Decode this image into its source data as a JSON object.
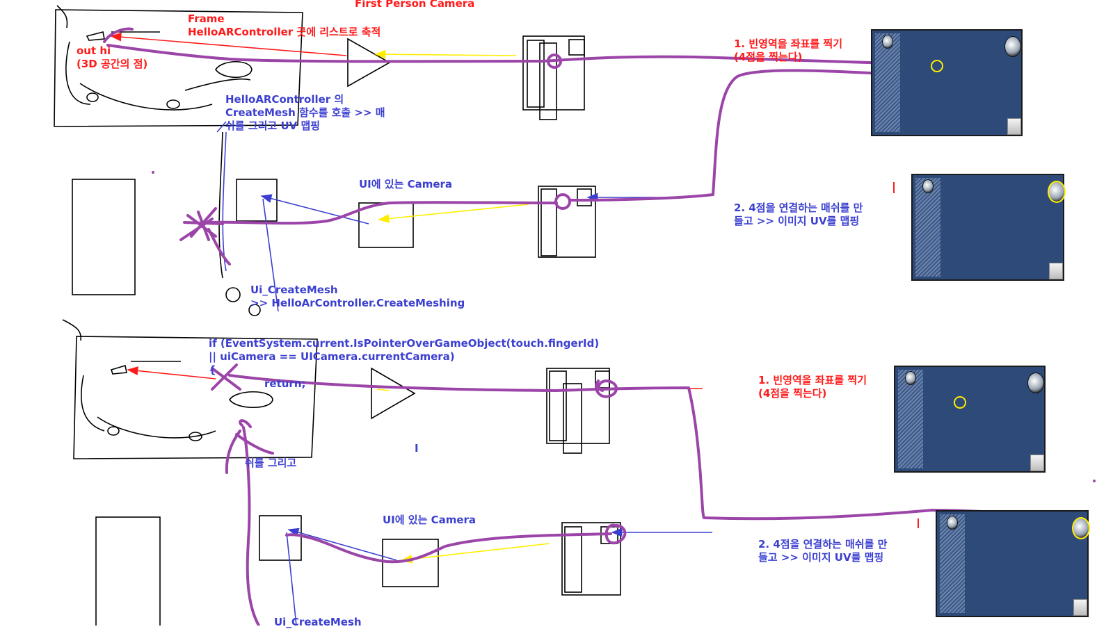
{
  "title": "First Person Camera",
  "top": {
    "frame_label": "Frame",
    "controller_note": "HelloARController 곳에 리스트로 축적",
    "hit_label": "out hi",
    "hit_sub": "(3D 공간의 점)",
    "createmesh_note_1": "HelloARController 의",
    "createmesh_note_2": "CreateMesh 함수를 호출 >> 매",
    "createmesh_note_3": "쉬를 그리고 UV 맵핑",
    "ui_camera_label": "UI에 있는 Camera",
    "step1_line1": "1. 빈영역을 좌표를 찍기",
    "step1_line2": "(4점을 찍는다)",
    "step2_line1": "2. 4점을 연결하는 매쉬를 만",
    "step2_line2": "들고 >> 이미지 UV를 맵핑",
    "ui_createmesh_1": "Ui_CreateMesh",
    "ui_createmesh_2": ">> HelloArController.CreateMeshing",
    "cursor_mark": "I"
  },
  "bottom": {
    "code_line_1": "if (EventSystem.current.IsPointerOverGameObject(touch.fingerId)",
    "code_line_2": "|| uiCamera == UICamera.currentCamera)",
    "code_line_3": "{",
    "code_line_4": "return;",
    "partial_text": "쉬를 그리고",
    "ui_camera_label": "UI에 있는 Camera",
    "step1_line1": "1. 빈영역을 좌표를 찍기",
    "step1_line2": "(4점을 찍는다)",
    "step2_line1": "2. 4점을 연결하는 매쉬를 만",
    "step2_line2": "들고 >> 이미지 UV를 맵핑",
    "ui_createmesh_1": "Ui_CreateMesh",
    "cursor_mark": "I"
  },
  "colors": {
    "red_text": "#ff1a1a",
    "blue_text": "#3b3fd0",
    "purple_stroke": "#9b45a8",
    "yellow_arrow": "#ffee00",
    "panel_bg": "#2e4a78"
  }
}
